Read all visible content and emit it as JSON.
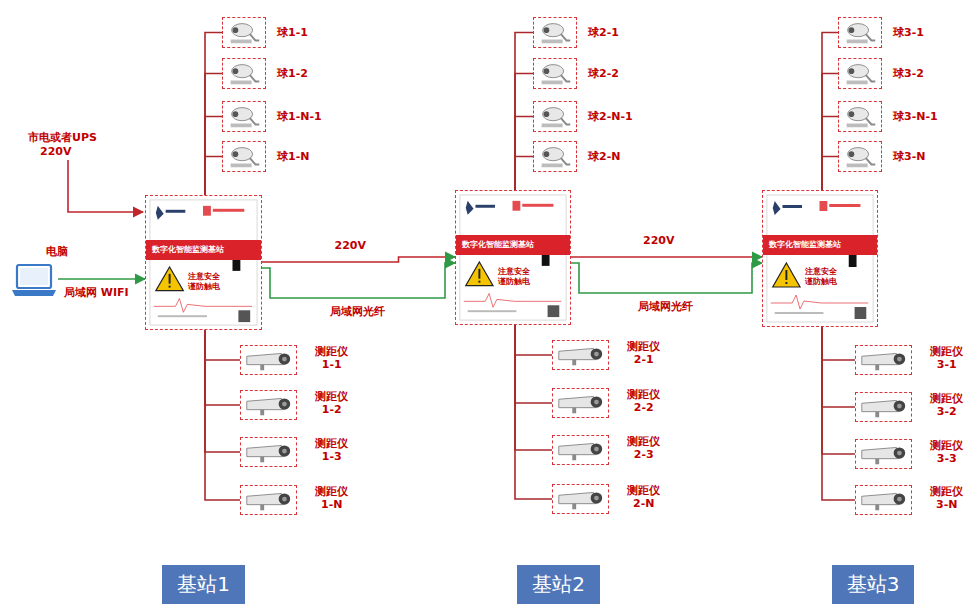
{
  "diagram": {
    "nodes": [
      {
        "text": [
          "电脑"
        ]
      },
      {
        "text": [
          "数字化智能监测基站",
          "注意安全 谨防触电"
        ]
      },
      {
        "text": [
          "数字化智能监测基站",
          "注意安全 谨防触电"
        ]
      },
      {
        "text": [
          "数字化智能监测基站",
          "注意安全 谨防触电"
        ]
      },
      {
        "text": [
          "球1-1"
        ]
      },
      {
        "text": [
          "球1-2"
        ]
      },
      {
        "text": [
          "球1-N-1"
        ]
      },
      {
        "text": [
          "球1-N"
        ]
      },
      {
        "text": [
          "球2-1"
        ]
      },
      {
        "text": [
          "球2-2"
        ]
      },
      {
        "text": [
          "球2-N-1"
        ]
      },
      {
        "text": [
          "球2-N"
        ]
      },
      {
        "text": [
          "球3-1"
        ]
      },
      {
        "text": [
          "球3-2"
        ]
      },
      {
        "text": [
          "球3-N-1"
        ]
      },
      {
        "text": [
          "球3-N"
        ]
      },
      {
        "text": [
          "测距仪 1-1"
        ]
      },
      {
        "text": [
          "测距仪 1-2"
        ]
      },
      {
        "text": [
          "测距仪 1-3"
        ]
      },
      {
        "text": [
          "测距仪 1-N"
        ]
      },
      {
        "text": [
          "测距仪 2-1"
        ]
      },
      {
        "text": [
          "测距仪 2-2"
        ]
      },
      {
        "text": [
          "测距仪 2-3"
        ]
      },
      {
        "text": [
          "测距仪 2-N"
        ]
      },
      {
        "text": [
          "测距仪 3-1"
        ]
      },
      {
        "text": [
          "测距仪 3-2"
        ]
      },
      {
        "text": [
          "测距仪 3-3"
        ]
      },
      {
        "text": [
          "测距仪 3-N"
        ]
      },
      {
        "text": [
          "基站1"
        ]
      },
      {
        "text": [
          "基站2"
        ]
      },
      {
        "text": [
          "基站3"
        ]
      }
    ],
    "edges": [
      {
        "from": 0,
        "to": 1,
        "label": "局域网 WIFI",
        "arrow": "to"
      },
      {
        "from": 1,
        "to": 2,
        "label": "220V",
        "arrow": "to"
      },
      {
        "from": 1,
        "to": 2,
        "label": "局域网光纤",
        "arrow": "to"
      },
      {
        "from": 2,
        "to": 3,
        "label": "220V",
        "arrow": "to"
      },
      {
        "from": 2,
        "to": 3,
        "label": "局域网光纤",
        "arrow": "to"
      },
      {
        "from": 1,
        "to": 4,
        "arrow": "none"
      },
      {
        "from": 1,
        "to": 5,
        "arrow": "none"
      },
      {
        "from": 1,
        "to": 6,
        "arrow": "none"
      },
      {
        "from": 1,
        "to": 7,
        "arrow": "none"
      },
      {
        "from": 2,
        "to": 8,
        "arrow": "none"
      },
      {
        "from": 2,
        "to": 9,
        "arrow": "none"
      },
      {
        "from": 2,
        "to": 10,
        "arrow": "none"
      },
      {
        "from": 2,
        "to": 11,
        "arrow": "none"
      },
      {
        "from": 3,
        "to": 12,
        "arrow": "none"
      },
      {
        "from": 3,
        "to": 13,
        "arrow": "none"
      },
      {
        "from": 3,
        "to": 14,
        "arrow": "none"
      },
      {
        "from": 3,
        "to": 15,
        "arrow": "none"
      },
      {
        "from": 1,
        "to": 16,
        "arrow": "none"
      },
      {
        "from": 1,
        "to": 17,
        "arrow": "none"
      },
      {
        "from": 1,
        "to": 18,
        "arrow": "none"
      },
      {
        "from": 1,
        "to": 19,
        "arrow": "none"
      },
      {
        "from": 2,
        "to": 20,
        "arrow": "none"
      },
      {
        "from": 2,
        "to": 21,
        "arrow": "none"
      },
      {
        "from": 2,
        "to": 22,
        "arrow": "none"
      },
      {
        "from": 2,
        "to": 23,
        "arrow": "none"
      },
      {
        "from": 3,
        "to": 24,
        "arrow": "none"
      },
      {
        "from": 3,
        "to": 25,
        "arrow": "none"
      },
      {
        "from": 3,
        "to": 26,
        "arrow": "none"
      },
      {
        "from": 3,
        "to": 27,
        "arrow": "none"
      }
    ],
    "labels": [
      "市电或者UPS",
      "220V"
    ]
  }
}
